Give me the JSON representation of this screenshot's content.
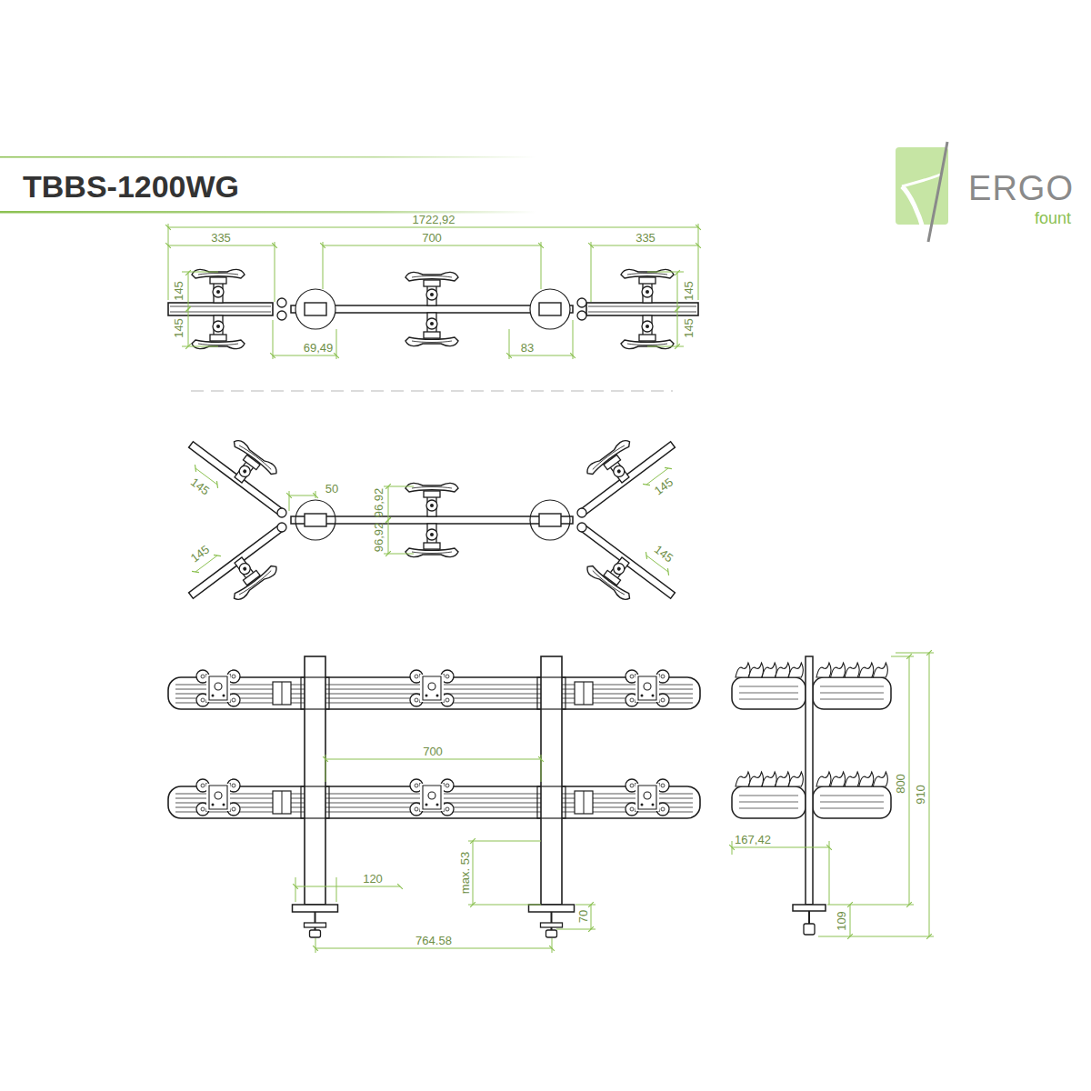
{
  "diagram": {
    "title": "TBBS-1200WG",
    "labels": [
      "1722,92",
      "335",
      "700",
      "335",
      "145",
      "145",
      "145",
      "145",
      "69,49",
      "83",
      "145",
      "50",
      "96,92",
      "145",
      "145",
      "96,92",
      "145",
      "700",
      "120",
      "max. 53",
      "70",
      "764.58",
      "800",
      "910",
      "167,42",
      "109",
      "ERGO",
      "fount"
    ]
  }
}
